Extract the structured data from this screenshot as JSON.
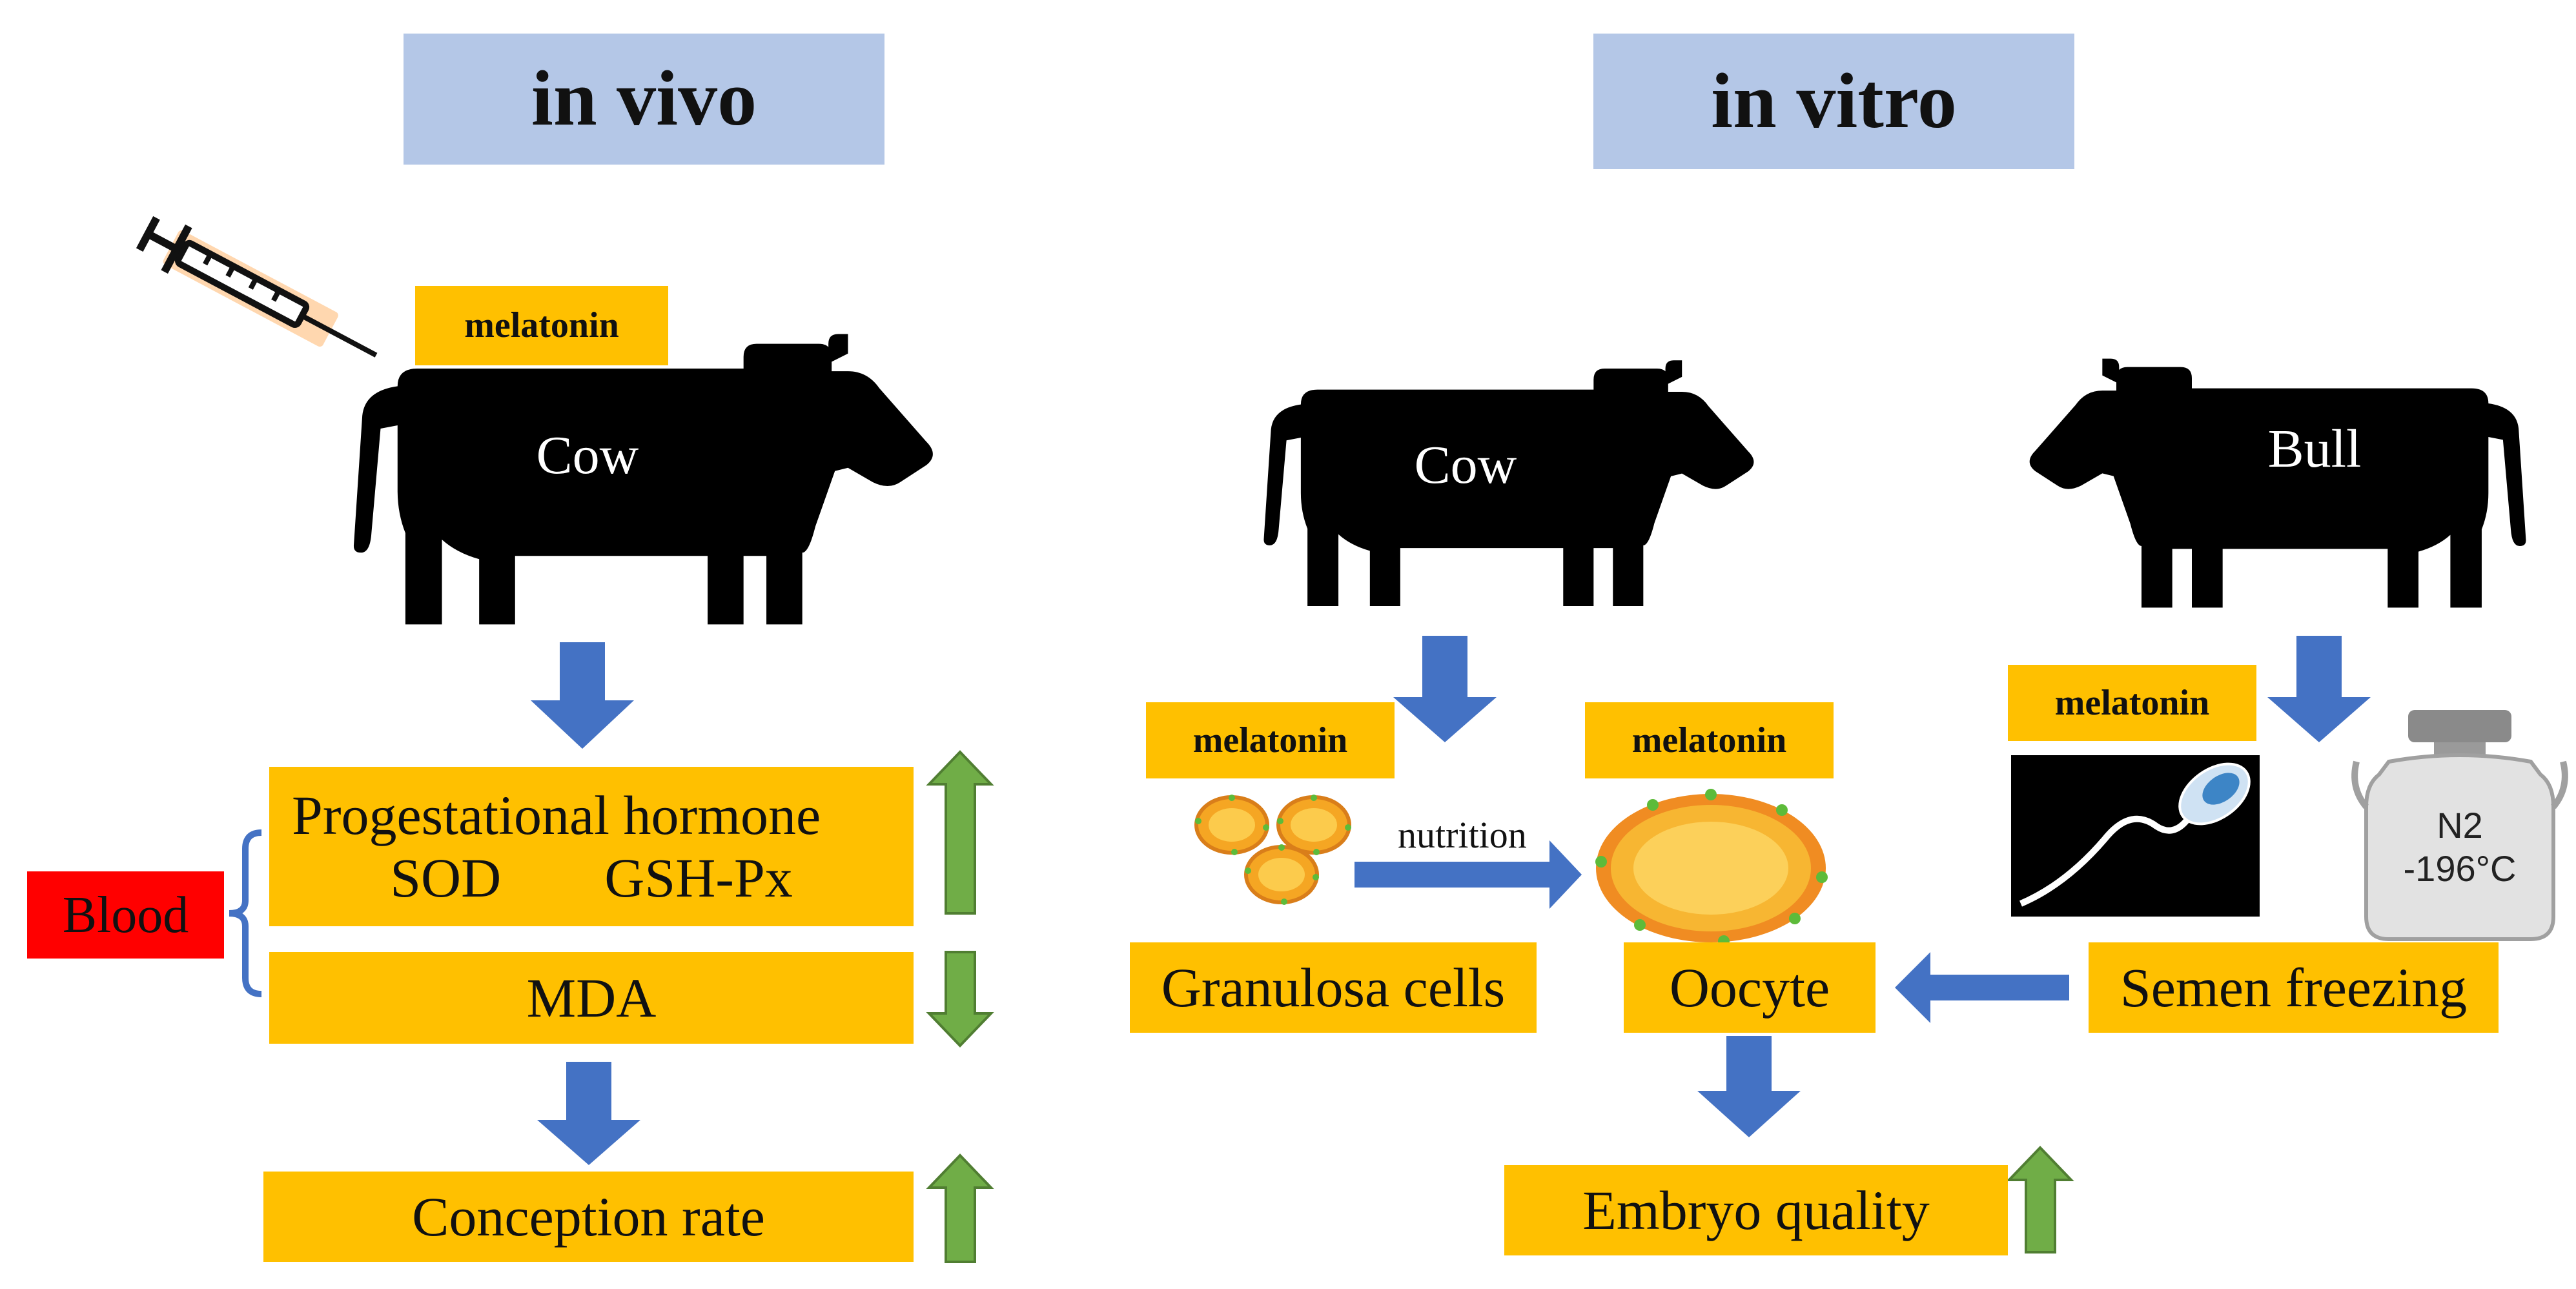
{
  "headers": {
    "in_vivo": "in vivo",
    "in_vitro": "in vitro"
  },
  "melatonin_label": "melatonin",
  "animals": {
    "cow_vivo": "Cow",
    "cow_vitro": "Cow",
    "bull": "Bull"
  },
  "in_vivo": {
    "blood": "Blood",
    "hormone_line": "Progestational hormone",
    "sod": "SOD",
    "gsh": "GSH-Px",
    "mda": "MDA",
    "conception": "Conception rate"
  },
  "in_vitro": {
    "nutrition": "nutrition",
    "granulosa": "Granulosa cells",
    "oocyte": "Oocyte",
    "semen": "Semen freezing",
    "embryo": "Embryo quality",
    "tank_line1": "N2",
    "tank_line2": "-196°C"
  },
  "colors": {
    "header_bg": "#b4c7e7",
    "box_bg": "#ffc000",
    "blue_arrow": "#4472c4",
    "green_arrow": "#70ad47",
    "blood_bg": "#ff0000",
    "cow_fill": "#000000"
  },
  "icons": [
    "syringe-icon",
    "cow-icon",
    "bull-icon",
    "granulosa-cell-icon",
    "oocyte-icon",
    "sperm-icon",
    "nitrogen-tank-icon"
  ]
}
